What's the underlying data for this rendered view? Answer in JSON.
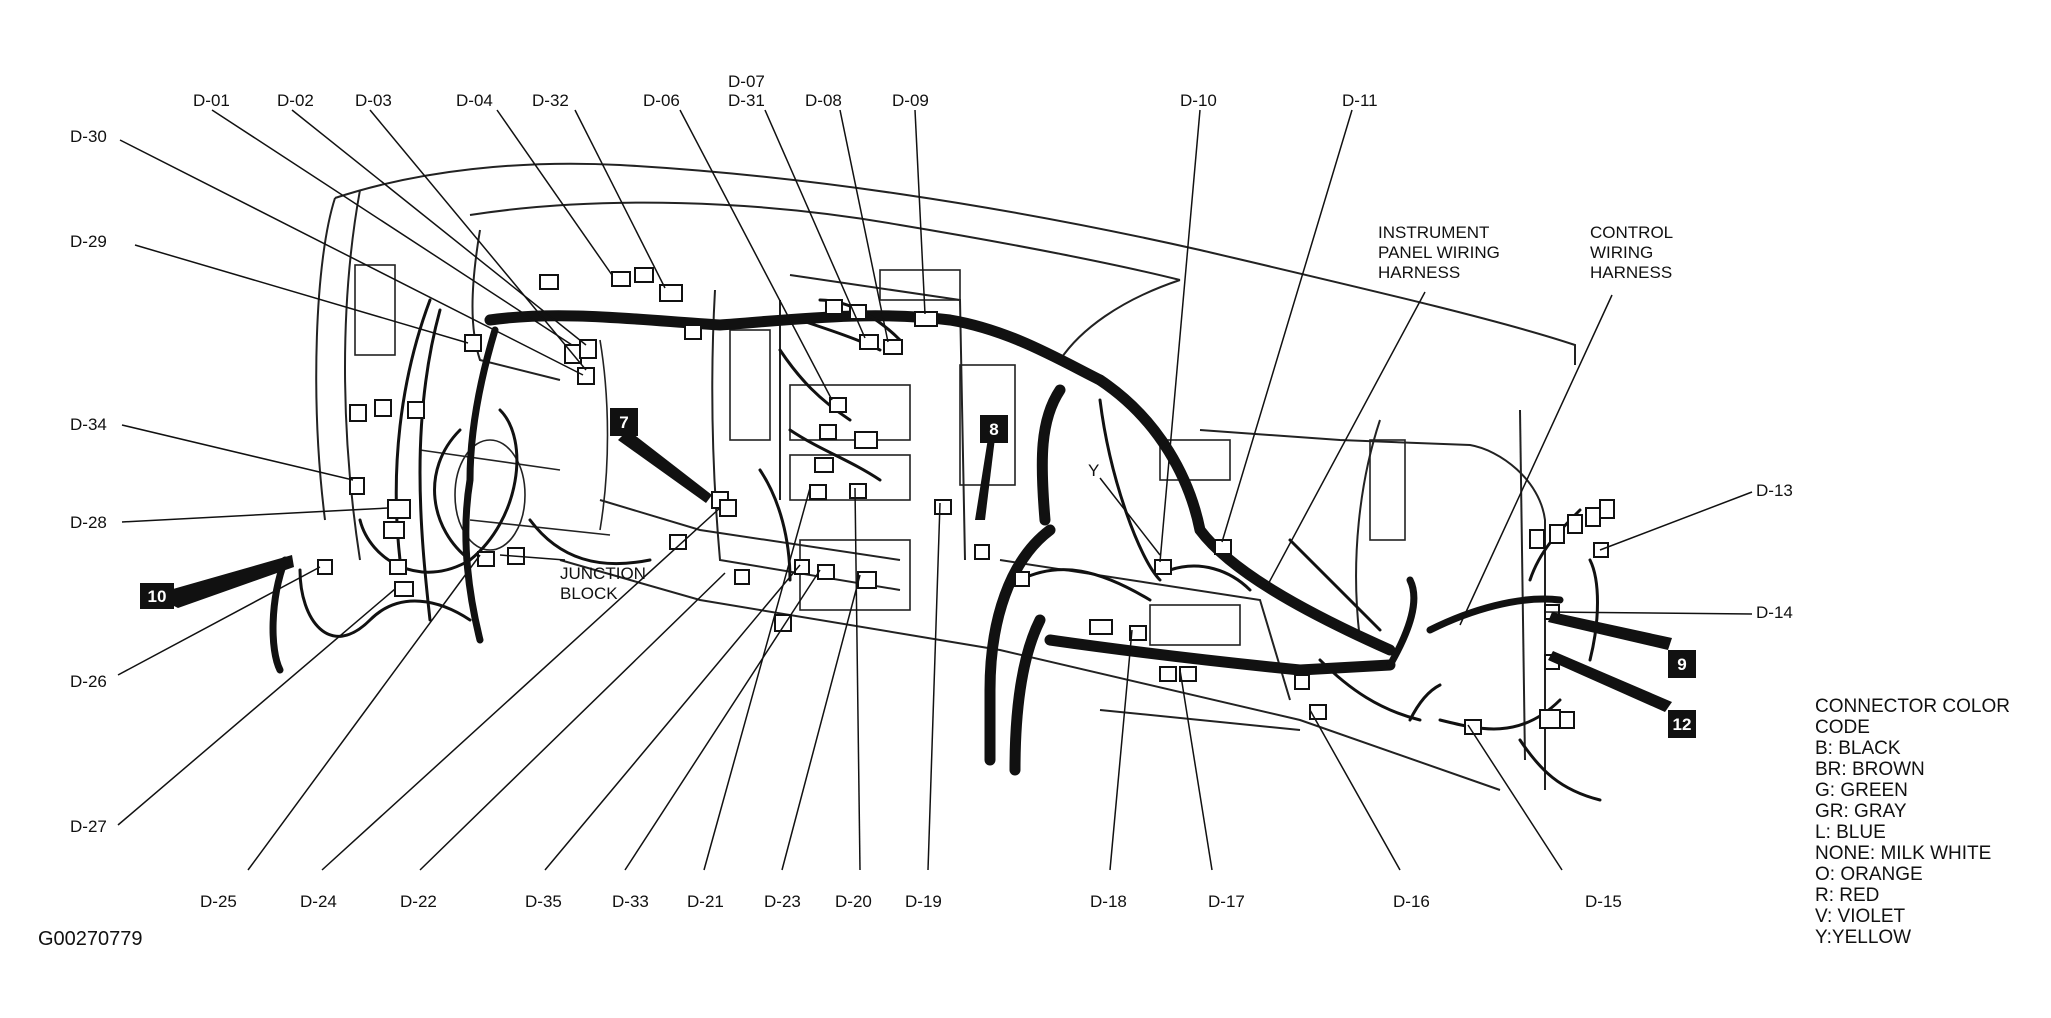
{
  "connector_labels": {
    "d01": "D-01",
    "d02": "D-02",
    "d03": "D-03",
    "d04": "D-04",
    "d32": "D-32",
    "d06": "D-06",
    "d07": "D-07",
    "d31": "D-31",
    "d08": "D-08",
    "d09": "D-09",
    "d10": "D-10",
    "d11": "D-11",
    "d30": "D-30",
    "d29": "D-29",
    "d34": "D-34",
    "d28": "D-28",
    "d26": "D-26",
    "d27": "D-27",
    "d13": "D-13",
    "d14": "D-14",
    "d25": "D-25",
    "d24": "D-24",
    "d22": "D-22",
    "d35": "D-35",
    "d33": "D-33",
    "d21": "D-21",
    "d23": "D-23",
    "d20": "D-20",
    "d19": "D-19",
    "d18": "D-18",
    "d17": "D-17",
    "d16": "D-16",
    "d15": "D-15"
  },
  "annotations": {
    "junction_1": "JUNCTION",
    "junction_2": "BLOCK",
    "ipwh_1": "INSTRUMENT",
    "ipwh_2": "PANEL WIRING",
    "ipwh_3": "HARNESS",
    "cwh_1": "CONTROL",
    "cwh_2": "WIRING",
    "cwh_3": "HARNESS",
    "y_marker": "Y"
  },
  "badges": {
    "b7": "7",
    "b8": "8",
    "b9": "9",
    "b10": "10",
    "b12": "12"
  },
  "legend": {
    "title_1": "CONNECTOR COLOR",
    "title_2": "CODE",
    "items": [
      "B: BLACK",
      "BR: BROWN",
      "G: GREEN",
      "GR: GRAY",
      "L: BLUE",
      "NONE: MILK WHITE",
      "O: ORANGE",
      "R: RED",
      "V: VIOLET",
      "Y:YELLOW"
    ]
  },
  "figure_code": "G00270779"
}
